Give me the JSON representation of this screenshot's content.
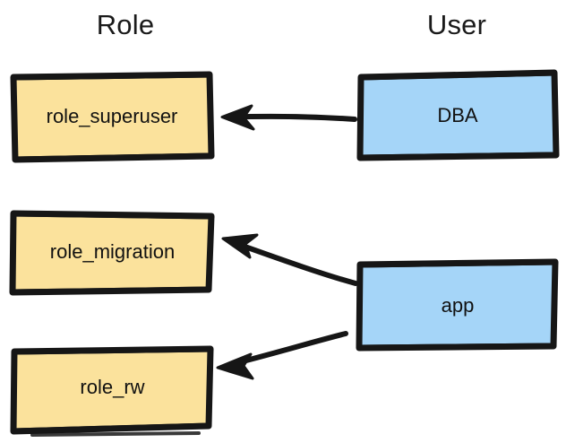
{
  "diagram": {
    "title_columns": {
      "role": "Role",
      "user": "User"
    },
    "colors": {
      "role_fill": "#FBE29C",
      "user_fill": "#A5D5F8",
      "stroke": "#161616",
      "text": "#111111",
      "background": "#FFFFFF"
    },
    "nodes": [
      {
        "id": "role_superuser",
        "label": "role_superuser",
        "column": "Role",
        "fill": "#FBE29C"
      },
      {
        "id": "role_migration",
        "label": "role_migration",
        "column": "Role",
        "fill": "#FBE29C"
      },
      {
        "id": "role_rw",
        "label": "role_rw",
        "column": "Role",
        "fill": "#FBE29C"
      },
      {
        "id": "dba",
        "label": "DBA",
        "column": "User",
        "fill": "#A5D5F8"
      },
      {
        "id": "app",
        "label": "app",
        "column": "User",
        "fill": "#A5D5F8"
      }
    ],
    "edges": [
      {
        "id": "dba-to-role-superuser",
        "from": "DBA",
        "to": "role_superuser",
        "direction": "left",
        "style": "solid-arrow"
      },
      {
        "id": "app-to-role-migration",
        "from": "app",
        "to": "role_migration",
        "direction": "up-left",
        "style": "solid-arrow"
      },
      {
        "id": "app-to-role-rw",
        "from": "app",
        "to": "role_rw",
        "direction": "down-left",
        "style": "solid-arrow"
      }
    ]
  }
}
